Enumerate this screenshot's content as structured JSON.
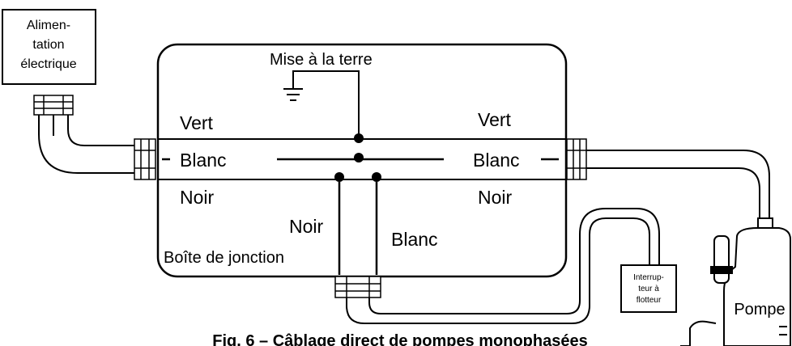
{
  "power_supply": {
    "line1": "Alimen-",
    "line2": "tation",
    "line3": "électrique"
  },
  "ground_label": "Mise à la terre",
  "box_label": "Boîte de jonction",
  "left_wires": {
    "green": "Vert",
    "white": "Blanc",
    "black": "Noir"
  },
  "right_wires": {
    "green": "Vert",
    "white": "Blanc",
    "black": "Noir"
  },
  "lower_wires": {
    "black": "Noir",
    "white": "Blanc"
  },
  "float_switch": {
    "line1": "Interrup-",
    "line2": "teur à",
    "line3": "flotteur"
  },
  "pump_label": "Pompe",
  "caption": "Fig. 6 – Câblage direct de pompes monophasées"
}
